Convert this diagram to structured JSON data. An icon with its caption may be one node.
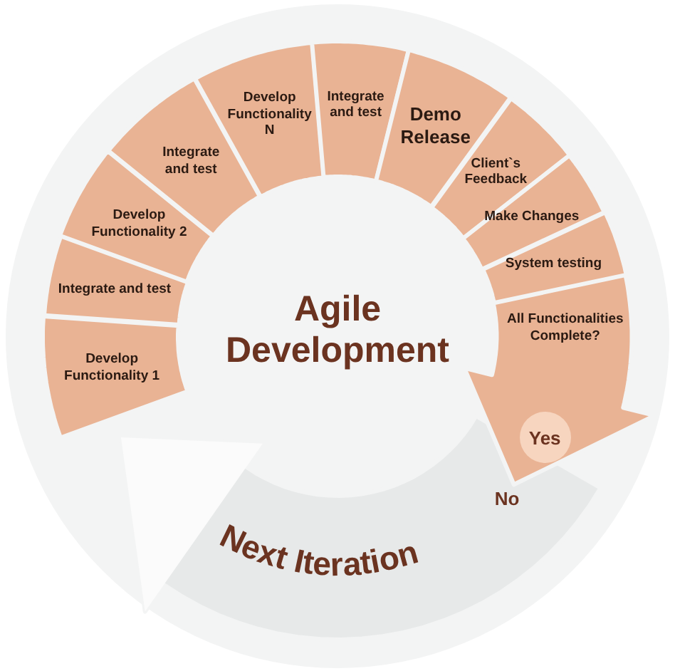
{
  "diagram": {
    "nodes": [
      {
        "text": [
          "Develop Functionality 1"
        ]
      },
      {
        "text": [
          "Integrate and test"
        ]
      },
      {
        "text": [
          "Develop Functionality 2"
        ]
      },
      {
        "text": [
          "Integrate and test"
        ]
      },
      {
        "text": [
          "Develop Functionality N"
        ]
      },
      {
        "text": [
          "Integrate and test"
        ]
      },
      {
        "text": [
          "Demo Release"
        ]
      },
      {
        "text": [
          "Client`s Feedback"
        ]
      },
      {
        "text": [
          "Make Changes"
        ]
      },
      {
        "text": [
          "System testing"
        ]
      },
      {
        "text": [
          "All Functionalities Complete?"
        ]
      },
      {
        "text": [
          "Yes"
        ],
        "in": 10
      },
      {
        "text": [
          "Next Iteration"
        ]
      }
    ],
    "labels": [
      "Agile Development",
      "No"
    ]
  }
}
